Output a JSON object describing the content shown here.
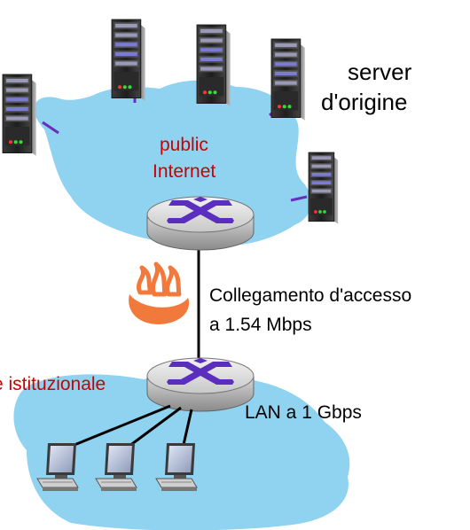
{
  "labels": {
    "server_origin_line1": "server",
    "server_origin_line2": "d'origine",
    "public_internet_line1": "public",
    "public_internet_line2": "Internet",
    "access_link_line1": "Collegamento d'accesso",
    "access_link_line2": "a 1.54 Mbps",
    "institutional_network": "e istituzionale",
    "lan_speed": "LAN a 1 Gbps"
  },
  "icons": {
    "server": "server-icon",
    "router": "router-icon",
    "computer": "computer-icon",
    "heat": "heat-icon"
  },
  "colors": {
    "cloud": "#8fd3f0",
    "red_label": "#cc0000",
    "link_purple": "#6a2dbd",
    "heat_orange": "#f2793c"
  }
}
